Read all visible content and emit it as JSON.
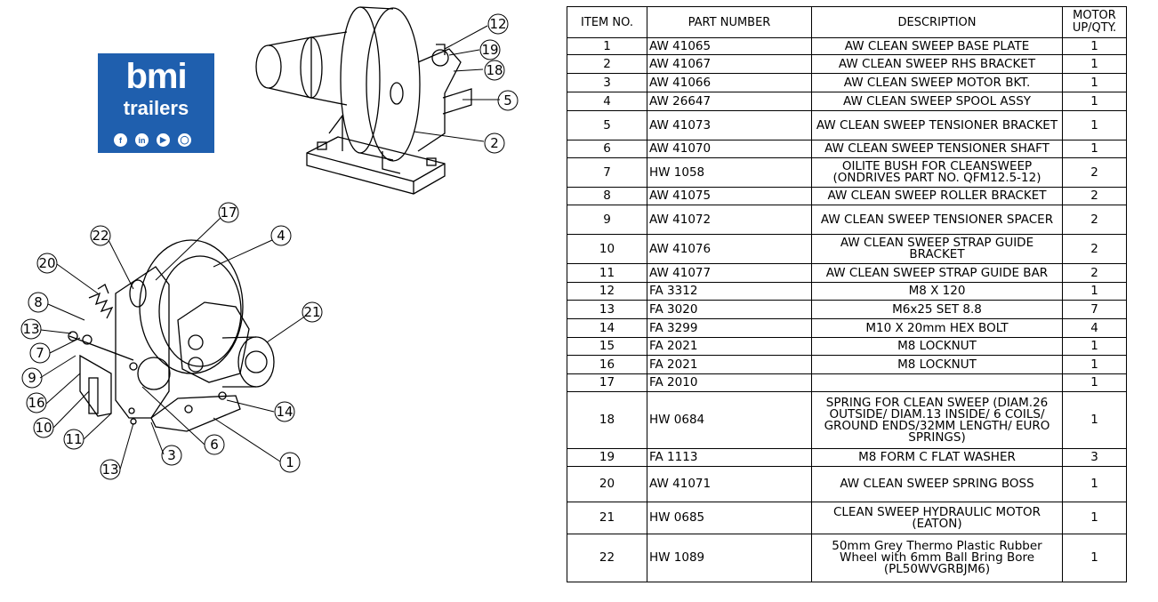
{
  "logo": {
    "word1": "bmi",
    "word2": "trailers",
    "social_icons": [
      "facebook-icon",
      "linkedin-icon",
      "youtube-icon",
      "instagram-icon"
    ],
    "background_color": "#1f5fae"
  },
  "callouts": {
    "top_view": [
      "12",
      "19",
      "18",
      "5",
      "2"
    ],
    "bottom_view": [
      "17",
      "22",
      "4",
      "20",
      "21",
      "8",
      "13",
      "7",
      "9",
      "16",
      "10",
      "11",
      "14",
      "6",
      "3",
      "1",
      "13"
    ]
  },
  "table": {
    "headers": {
      "item_no": "ITEM NO.",
      "part_number": "PART NUMBER",
      "description": "DESCRIPTION",
      "motor_qty_line1": "MOTOR",
      "motor_qty_line2": "UP/QTY."
    },
    "rows": [
      {
        "item": "1",
        "part": "AW 41065",
        "desc": "AW CLEAN SWEEP BASE PLATE",
        "qty": "1"
      },
      {
        "item": "2",
        "part": "AW 41067",
        "desc": "AW CLEAN SWEEP RHS BRACKET",
        "qty": "1"
      },
      {
        "item": "3",
        "part": "AW 41066",
        "desc": "AW CLEAN SWEEP MOTOR BKT.",
        "qty": "1"
      },
      {
        "item": "4",
        "part": "AW 26647",
        "desc": "AW CLEAN SWEEP SPOOL ASSY",
        "qty": "1"
      },
      {
        "item": "5",
        "part": "AW 41073",
        "desc": "AW CLEAN SWEEP TENSIONER BRACKET",
        "qty": "1"
      },
      {
        "item": "6",
        "part": "AW 41070",
        "desc": "AW CLEAN SWEEP TENSIONER SHAFT",
        "qty": "1"
      },
      {
        "item": "7",
        "part": "HW 1058",
        "desc": "OILITE BUSH FOR CLEANSWEEP (ONDRIVES PART NO. QFM12.5-12)",
        "qty": "2"
      },
      {
        "item": "8",
        "part": "AW 41075",
        "desc": "AW CLEAN SWEEP ROLLER BRACKET",
        "qty": "2"
      },
      {
        "item": "9",
        "part": "AW 41072",
        "desc": "AW CLEAN SWEEP TENSIONER SPACER",
        "qty": "2"
      },
      {
        "item": "10",
        "part": "AW 41076",
        "desc": "AW CLEAN SWEEP STRAP GUIDE BRACKET",
        "qty": "2"
      },
      {
        "item": "11",
        "part": "AW 41077",
        "desc": "AW CLEAN SWEEP STRAP GUIDE BAR",
        "qty": "2"
      },
      {
        "item": "12",
        "part": "FA 3312",
        "desc": "M8 X 120",
        "qty": "1"
      },
      {
        "item": "13",
        "part": "FA 3020",
        "desc": "M6x25 SET 8.8",
        "qty": "7"
      },
      {
        "item": "14",
        "part": "FA 3299",
        "desc": "M10 X 20mm HEX BOLT",
        "qty": "4"
      },
      {
        "item": "15",
        "part": "FA 2021",
        "desc": "M8 LOCKNUT",
        "qty": "1"
      },
      {
        "item": "16",
        "part": "FA 2021",
        "desc": "M8 LOCKNUT",
        "qty": "1"
      },
      {
        "item": "17",
        "part": "FA 2010",
        "desc": "",
        "qty": "1"
      },
      {
        "item": "18",
        "part": "HW 0684",
        "desc": "SPRING FOR CLEAN SWEEP (DIAM.26 OUTSIDE/ DIAM.13 INSIDE/ 6 COILS/ GROUND ENDS/32MM LENGTH/ EURO SPRINGS)",
        "qty": "1"
      },
      {
        "item": "19",
        "part": "FA 1113",
        "desc": "M8 FORM C FLAT WASHER",
        "qty": "3"
      },
      {
        "item": "20",
        "part": "AW 41071",
        "desc": "AW CLEAN SWEEP SPRING BOSS",
        "qty": "1"
      },
      {
        "item": "21",
        "part": "HW 0685",
        "desc": "CLEAN SWEEP HYDRAULIC MOTOR (EATON)",
        "qty": "1"
      },
      {
        "item": "22",
        "part": "HW 1089",
        "desc": "50mm Grey Thermo Plastic Rubber Wheel with 6mm Ball Bring Bore (PL50WVGRBJM6)",
        "qty": "1"
      }
    ]
  }
}
